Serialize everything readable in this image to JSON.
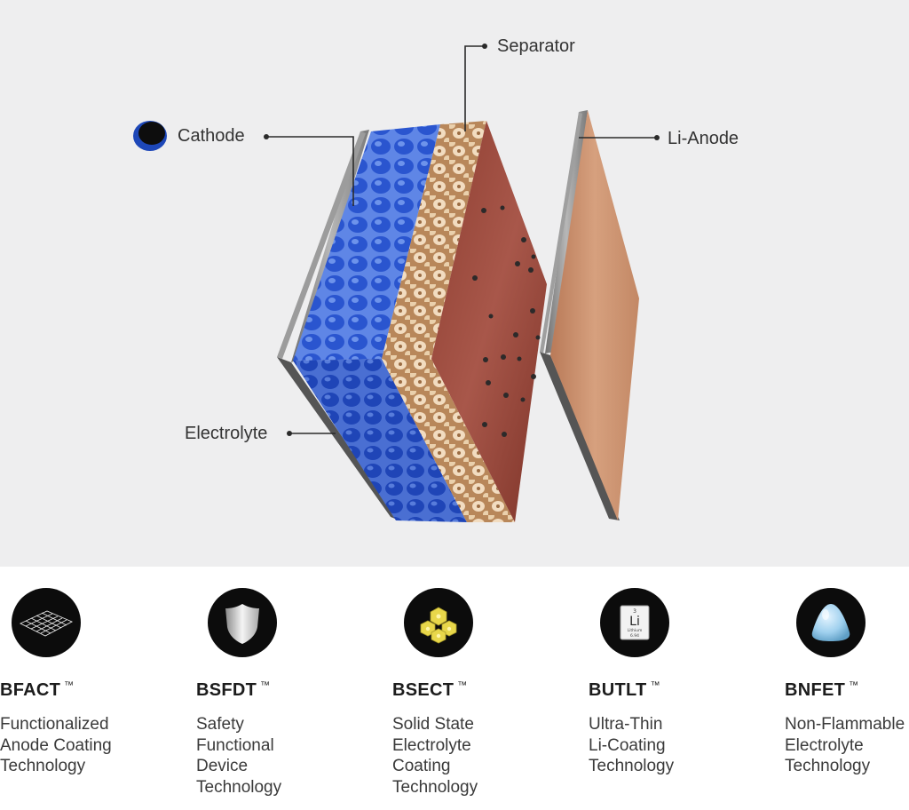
{
  "diagram": {
    "labels": {
      "separator": "Separator",
      "cathode": "Cathode",
      "li_anode": "Li-Anode",
      "electrolyte": "Electrolyte"
    },
    "colors": {
      "background": "#eeeeef",
      "cathode_blue": "#2f5fd6",
      "separator_tan": "#d9b48a",
      "electrolyte_red": "#9a4a3a",
      "anode_copper": "#c98f6c",
      "foil_grey": "#8e8e8e"
    }
  },
  "technologies": [
    {
      "icon": "grid-mesh-icon",
      "name": "BFACT",
      "tm": "™",
      "description": [
        "Functionalized",
        "Anode Coating",
        "Technology"
      ]
    },
    {
      "icon": "shield-icon",
      "name": "BSFDT",
      "tm": "™",
      "description": [
        "Safety",
        "Functional",
        "Device",
        "Technology"
      ]
    },
    {
      "icon": "crystal-lattice-icon",
      "name": "BSECT",
      "tm": "™",
      "description": [
        "Solid State",
        "Electrolyte",
        "Coating",
        "Technology"
      ]
    },
    {
      "icon": "lithium-element-icon",
      "name": "BUTLT",
      "tm": "™",
      "description": [
        "Ultra-Thin",
        "Li-Coating",
        "Technology"
      ],
      "element": {
        "number": "3",
        "symbol": "Li",
        "name": "Lithium",
        "mass": "6.94"
      }
    },
    {
      "icon": "liquid-drop-icon",
      "name": "BNFET",
      "tm": "™",
      "description": [
        "Non-Flammable",
        "Electrolyte",
        "Technology"
      ]
    }
  ]
}
